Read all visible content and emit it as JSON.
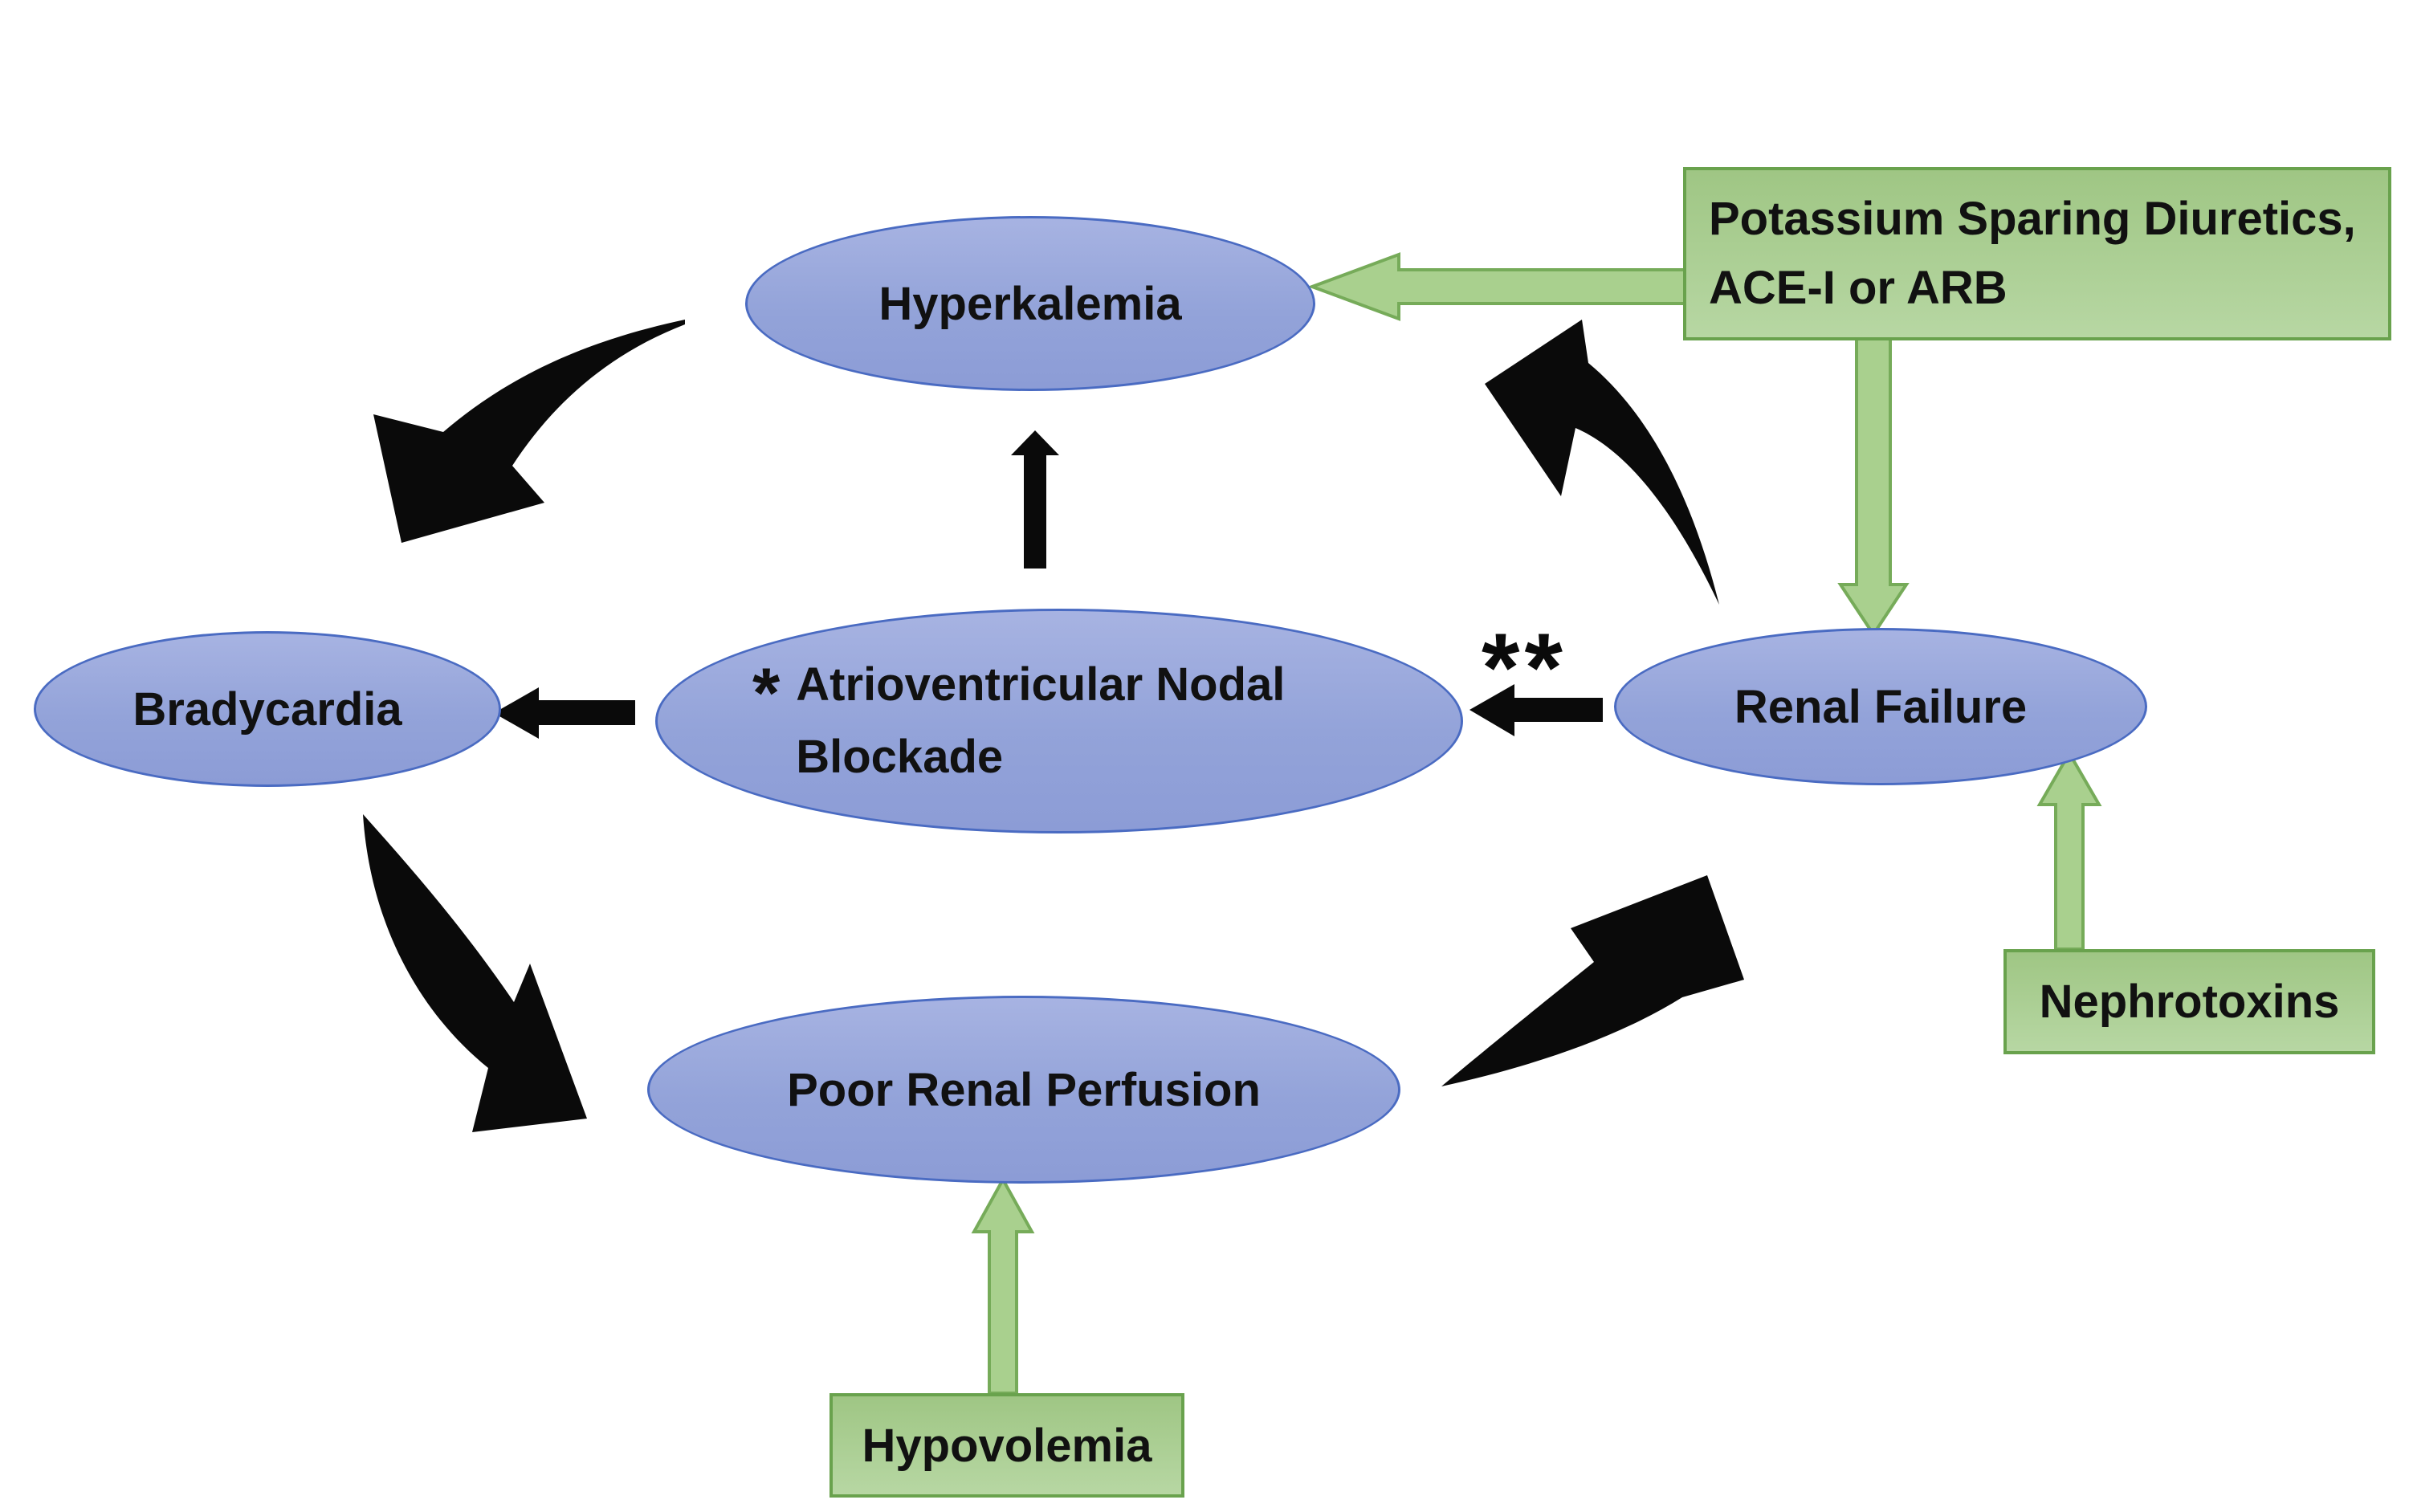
{
  "diagram": {
    "title_hint": "Cycle of atrioventricular nodal blockade, hyperkalemia and renal failure",
    "nodes": {
      "hyperkalemia": {
        "label": "Hyperkalemia"
      },
      "bradycardia": {
        "label": "Bradycardia"
      },
      "av_nodal_blockade": {
        "marker": "*",
        "label_line1": "Atrioventricular Nodal",
        "label_line2": "Blockade"
      },
      "renal_failure": {
        "label": "Renal Failure"
      },
      "poor_renal_perfusion": {
        "label": "Poor Renal Perfusion"
      }
    },
    "causes": {
      "potassium_box": {
        "line1": "Potassium Sparing Diuretics,",
        "line2": "ACE-I or ARB"
      },
      "nephrotoxins": {
        "label": "Nephrotoxins"
      },
      "hypovolemia": {
        "label": "Hypovolemia"
      }
    },
    "annotations": {
      "double_asterisk": "**"
    },
    "colors": {
      "node_fill_top": "#a7b3e2",
      "node_fill_mid": "#93a3d9",
      "node_fill_bottom": "#8c9cd6",
      "node_border": "#4a6bc2",
      "cause_fill_top": "#9fc684",
      "cause_fill_bottom": "#b7d7a3",
      "cause_border": "#69a24d",
      "green_arrow_fill": "#a9d08e",
      "green_arrow_border": "#76ab59",
      "black": "#0a0a0a",
      "background": "#ffffff"
    }
  }
}
